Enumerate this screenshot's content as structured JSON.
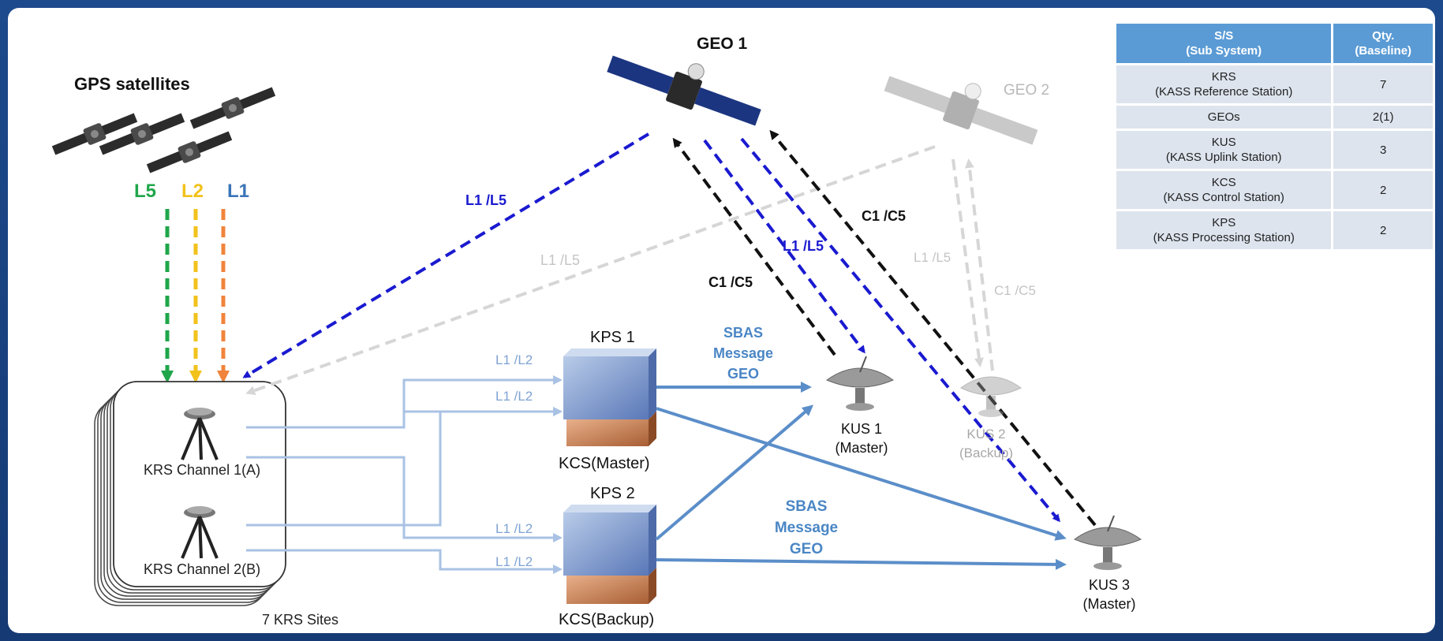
{
  "labels": {
    "gps_title": "GPS satellites",
    "geo1": "GEO 1",
    "geo2": "GEO 2",
    "l5": "L5",
    "l2": "L2",
    "l1": "L1",
    "l1l5_geo1": "L1 /L5",
    "l1l5_geo2": "L1 /L5",
    "l1l5_kus1": "L1 /L5",
    "l1l5_geo2_kus": "L1 /L5",
    "c1c5_kus1": "C1 /C5",
    "c1c5_kus3": "C1 /C5",
    "c1c5_geo2": "C1 /C5",
    "l1l2_a": "L1 /L2",
    "l1l2_b": "L1 /L2",
    "l1l2_c": "L1 /L2",
    "l1l2_d": "L1 /L2",
    "kps1": "KPS 1",
    "kps2": "KPS 2",
    "kcs_master": "KCS(Master)",
    "kcs_backup": "KCS(Backup)",
    "sbas1_line1": "SBAS",
    "sbas1_line2": "Message",
    "sbas1_line3": "GEO",
    "sbas2_line1": "SBAS",
    "sbas2_line2": "Message",
    "sbas2_line3": "GEO",
    "kus1_line1": "KUS 1",
    "kus1_line2": "(Master)",
    "kus2_line1": "KUS 2",
    "kus2_line2": "(Backup)",
    "kus3_line1": "KUS 3",
    "kus3_line2": "(Master)",
    "krs_a": "KRS Channel 1(A)",
    "krs_b": "KRS Channel 2(B)",
    "krs_sites": "7 KRS Sites"
  },
  "colors": {
    "l5": "#1fa64a",
    "l2": "#f2c21b",
    "l1": "#f0843c",
    "signal_blue": "#1a1ad0",
    "control_black": "#111111",
    "backup_grey": "#d6d6d6",
    "sbas_text": "#4a86c5",
    "table_header": "#5b9bd5",
    "table_cell": "#dde4ee"
  },
  "table": {
    "header_col1_line1": "S/S",
    "header_col1_line2": "(Sub System)",
    "header_col2_line1": "Qty.",
    "header_col2_line2": "(Baseline)",
    "rows": [
      {
        "name": "KRS",
        "desc": "(KASS Reference Station)",
        "qty": "7"
      },
      {
        "name": "GEOs",
        "desc": "",
        "qty": "2(1)"
      },
      {
        "name": "KUS",
        "desc": "(KASS Uplink Station)",
        "qty": "3"
      },
      {
        "name": "KCS",
        "desc": "(KASS Control Station)",
        "qty": "2"
      },
      {
        "name": "KPS",
        "desc": "(KASS Processing Station)",
        "qty": "2"
      }
    ]
  }
}
